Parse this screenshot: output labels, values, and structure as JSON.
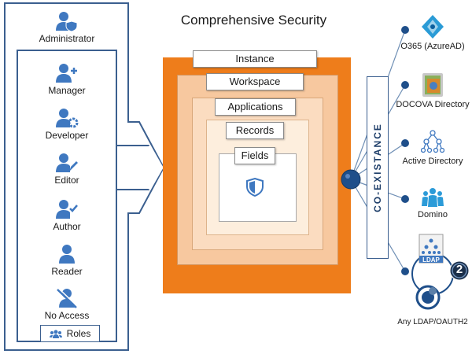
{
  "title": "Comprehensive Security",
  "roles": [
    {
      "label": "Administrator",
      "icon": "user-shield-icon"
    },
    {
      "label": "Manager",
      "icon": "user-plus-icon"
    },
    {
      "label": "Developer",
      "icon": "user-gear-icon"
    },
    {
      "label": "Editor",
      "icon": "user-edit-icon"
    },
    {
      "label": "Author",
      "icon": "user-check-icon"
    },
    {
      "label": "Reader",
      "icon": "user-icon"
    },
    {
      "label": "No Access",
      "icon": "user-slash-icon"
    }
  ],
  "roles_tab": {
    "label": "Roles",
    "icon": "users-icon"
  },
  "layers": [
    "Instance",
    "Workspace",
    "Applications",
    "Records",
    "Fields"
  ],
  "coexistence_label": "CO-EXISTANCE",
  "providers": [
    {
      "label": "O365 (AzureAD)",
      "icon": "azure-ad-icon"
    },
    {
      "label": "DOCOVA Directory",
      "icon": "docova-directory-icon"
    },
    {
      "label": "Active Directory",
      "icon": "active-directory-icon"
    },
    {
      "label": "Domino",
      "icon": "domino-icon"
    },
    {
      "label": "Any LDAP/OAUTH2",
      "icon": "ldap-oauth-icon",
      "badge": "LDAP",
      "badge_num": "2"
    }
  ],
  "colors": {
    "frame": "#3b5f8f",
    "orange": "#ee7d1b",
    "icon_blue": "#3f78c0",
    "node": "#1f4f8a"
  }
}
